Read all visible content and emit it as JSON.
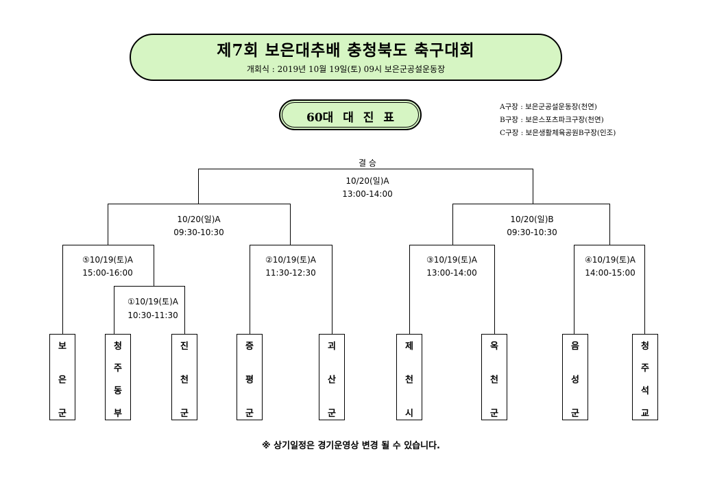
{
  "header": {
    "title": "제7회 보은대추배 충청북도 축구대회",
    "subtitle": "개회식 : 2019년 10월 19일(토) 09시 보은군공설운동장",
    "division": "60대 대 진 표"
  },
  "venues": [
    "A구장 : 보은군공설운동장(천연)",
    "B구장 : 보은스포츠파크구장(천연)",
    "C구장 : 보은생활체육공원B구장(인조)"
  ],
  "bracket": {
    "final": {
      "title": "결 승",
      "date": "10/20(일)A",
      "time": "13:00-14:00"
    },
    "semi_left": {
      "date": "10/20(일)A",
      "time": "09:30-10:30"
    },
    "semi_right": {
      "date": "10/20(일)B",
      "time": "09:30-10:30"
    },
    "m5": {
      "date": "⑤10/19(토)A",
      "time": "15:00-16:00"
    },
    "m1": {
      "date": "①10/19(토)A",
      "time": "10:30-11:30"
    },
    "m2": {
      "date": "②10/19(토)A",
      "time": "11:30-12:30"
    },
    "m3": {
      "date": "③10/19(토)A",
      "time": "13:00-14:00"
    },
    "m4": {
      "date": "④10/19(토)A",
      "time": "14:00-15:00"
    }
  },
  "teams": [
    {
      "chars": [
        "보",
        "은",
        "군"
      ]
    },
    {
      "chars": [
        "청",
        "주",
        "동",
        "부"
      ]
    },
    {
      "chars": [
        "진",
        "천",
        "군"
      ]
    },
    {
      "chars": [
        "증",
        "평",
        "군"
      ]
    },
    {
      "chars": [
        "괴",
        "산",
        "군"
      ]
    },
    {
      "chars": [
        "제",
        "천",
        "시"
      ]
    },
    {
      "chars": [
        "옥",
        "천",
        "군"
      ]
    },
    {
      "chars": [
        "음",
        "성",
        "군"
      ]
    },
    {
      "chars": [
        "청",
        "주",
        "석",
        "교"
      ]
    }
  ],
  "footer": {
    "note": "※ 상기일정은 경기운영상 변경 될 수 있습니다."
  }
}
